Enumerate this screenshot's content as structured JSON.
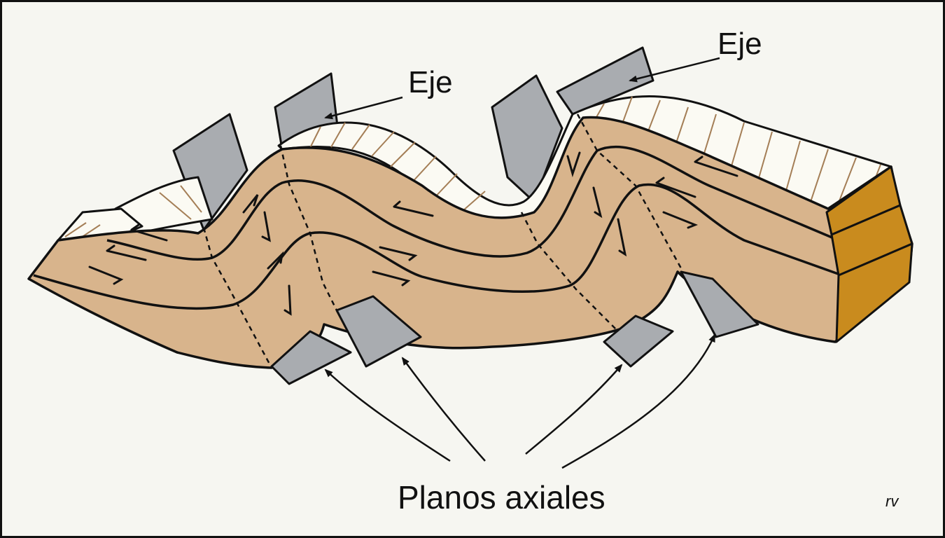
{
  "labels": {
    "axis_label_left": "Eje",
    "axis_label_right": "Eje",
    "axial_planes_label": "Planos axiales",
    "credit": "rv"
  },
  "colors": {
    "background": "#f6f6f1",
    "rock_layer": "#d8b48c",
    "rock_top_surface": "#fbfaf3",
    "striation": "#a47e56",
    "axial_plane": "#a9acb0",
    "block_end": "#c98b1e",
    "outline": "#111111"
  },
  "icons": {
    "shear_arrow": "half-arrow-icon",
    "pointer_arrow": "arrow-icon"
  }
}
